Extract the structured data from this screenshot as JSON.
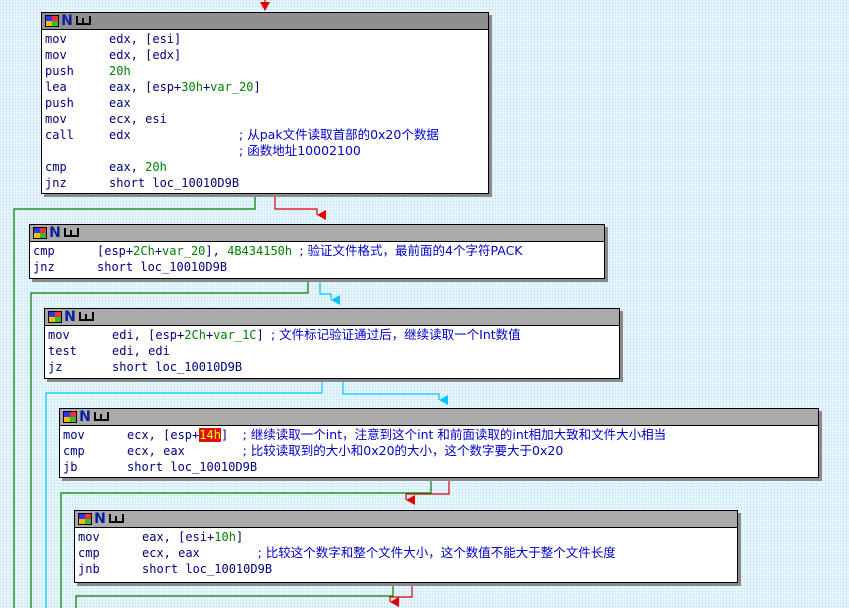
{
  "icons": [
    "colored-grid-icon",
    "n-icon",
    "graph-icon"
  ],
  "header_glyph": "N",
  "colors": {
    "background": "#e8f8ff",
    "true_branch": "#00c8ff",
    "false_branch": "#e00000",
    "back_edge": "#008000",
    "highlight": "#e01010"
  },
  "blocks": {
    "b1": {
      "lines": [
        {
          "mn": "mov",
          "ops": [
            {
              "t": "edx, [esi]"
            }
          ]
        },
        {
          "mn": "mov",
          "ops": [
            {
              "t": "edx, [edx]"
            }
          ]
        },
        {
          "mn": "push",
          "ops": [
            {
              "t": "20h",
              "c": "num"
            }
          ]
        },
        {
          "mn": "lea",
          "ops": [
            {
              "t": "eax, [esp+"
            },
            {
              "t": "30h",
              "c": "num"
            },
            {
              "t": "+"
            },
            {
              "t": "var_20",
              "c": "var"
            },
            {
              "t": "]"
            }
          ]
        },
        {
          "mn": "push",
          "ops": [
            {
              "t": "eax"
            }
          ]
        },
        {
          "mn": "mov",
          "ops": [
            {
              "t": "ecx, esi"
            }
          ]
        },
        {
          "mn": "call",
          "ops": [
            {
              "t": "edx               "
            },
            {
              "t": "; 从pak文件读取首部的0x20个数据",
              "c": "cmt"
            }
          ]
        },
        {
          "mn": "",
          "ops": [
            {
              "t": "                  "
            },
            {
              "t": "; 函数地址10002100",
              "c": "cmt"
            }
          ]
        },
        {
          "mn": "cmp",
          "ops": [
            {
              "t": "eax, "
            },
            {
              "t": "20h",
              "c": "num"
            }
          ]
        },
        {
          "mn": "jnz",
          "ops": [
            {
              "t": "short loc_10010D9B"
            }
          ]
        }
      ]
    },
    "b2": {
      "lines": [
        {
          "mn": "cmp",
          "ops": [
            {
              "t": "[esp+"
            },
            {
              "t": "2Ch",
              "c": "num"
            },
            {
              "t": "+"
            },
            {
              "t": "var_20",
              "c": "var"
            },
            {
              "t": "], "
            },
            {
              "t": "4B434150h",
              "c": "num"
            },
            {
              "t": " "
            },
            {
              "t": "; 验证文件格式，最前面的4个字符PACK",
              "c": "cmt"
            }
          ]
        },
        {
          "mn": "jnz",
          "ops": [
            {
              "t": "short loc_10010D9B"
            }
          ]
        }
      ]
    },
    "b3": {
      "lines": [
        {
          "mn": "mov",
          "ops": [
            {
              "t": "edi, [esp+"
            },
            {
              "t": "2Ch",
              "c": "num"
            },
            {
              "t": "+"
            },
            {
              "t": "var_1C",
              "c": "var"
            },
            {
              "t": "] "
            },
            {
              "t": "; 文件标记验证通过后，继续读取一个Int数值",
              "c": "cmt"
            }
          ]
        },
        {
          "mn": "test",
          "ops": [
            {
              "t": "edi, edi"
            }
          ]
        },
        {
          "mn": "jz",
          "ops": [
            {
              "t": "short loc_10010D9B"
            }
          ]
        }
      ]
    },
    "b4": {
      "lines": [
        {
          "mn": "mov",
          "ops": [
            {
              "t": "ecx, [esp+"
            },
            {
              "t": "14h",
              "c": "hl"
            },
            {
              "t": "]  "
            },
            {
              "t": "; 继续读取一个int，注意到这个int 和前面读取的int相加大致和文件大小相当",
              "c": "cmt"
            }
          ]
        },
        {
          "mn": "cmp",
          "ops": [
            {
              "t": "ecx, eax        "
            },
            {
              "t": "; 比较读取到的大小和0x20的大小，这个数字要大于0x20",
              "c": "cmt"
            }
          ]
        },
        {
          "mn": "jb",
          "ops": [
            {
              "t": "short loc_10010D9B"
            }
          ]
        }
      ]
    },
    "b5": {
      "lines": [
        {
          "mn": "mov",
          "ops": [
            {
              "t": "eax, [esi+"
            },
            {
              "t": "10h",
              "c": "num"
            },
            {
              "t": "]"
            }
          ]
        },
        {
          "mn": "cmp",
          "ops": [
            {
              "t": "ecx, eax        "
            },
            {
              "t": "; 比较这个数字和整个文件大小，这个数值不能大于整个文件长度",
              "c": "cmt"
            }
          ]
        },
        {
          "mn": "jnb",
          "ops": [
            {
              "t": "short loc_10010D9B"
            }
          ]
        }
      ]
    }
  }
}
